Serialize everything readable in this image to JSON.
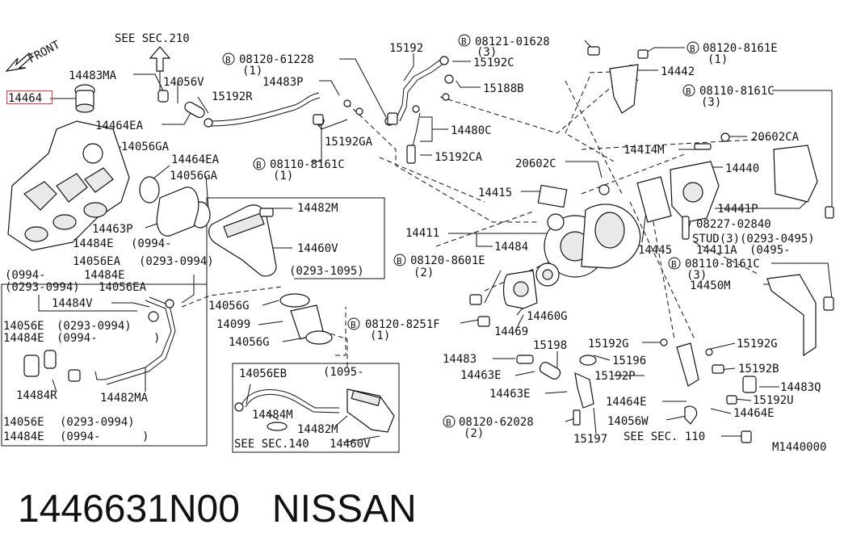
{
  "caption": "1446631N00   NISSAN",
  "highlight_color": "#e8343a",
  "front_label": "FRONT",
  "diagram_code": "M1440000",
  "labels": {
    "l01": "SEE SEC.210",
    "l02": "14483MA",
    "l03": "14056V",
    "l04": "14464",
    "l05": "14464EA",
    "l06": "15192R",
    "l07": "08120-61228",
    "l08": "(1)",
    "l09": "14483P",
    "l10": "15192",
    "l11": "08121-01628",
    "l12": "(3)",
    "l13": "15192C",
    "l14": "15188B",
    "l15": "08120-8161E",
    "l16": "(1)",
    "l17": "14442",
    "l18": "08110-8161C",
    "l19": "(3)",
    "l20": "14056GA",
    "l21": "14464EA",
    "l22": "14056GA",
    "l23": "15192GA",
    "l24": "08110-8161C",
    "l25": "(1)",
    "l26": "14480C",
    "l27": "15192CA",
    "l28": "20602CA",
    "l29": "14414M",
    "l30": "14440",
    "l31": "20602C",
    "l32": "14415",
    "l33": "14482M",
    "l34": "14463P",
    "l35": "14484E",
    "l36": "(0994-",
    "l37": "14460V",
    "l38": "14056EA",
    "l39": "(0293-0994)",
    "l40": "14441P",
    "l41": "08227-02840",
    "l42": "STUD(3)(0293-0495)",
    "l43": "14411",
    "l44": "14484",
    "l45": "14445",
    "l46": "14411A",
    "l47": "(0495-",
    "l48": "(0994-",
    "l49": "14484E",
    "l50": "(0293-0994)",
    "l51": "14056EA",
    "l52": "(0293-1095)",
    "l53": "08120-8601E",
    "l54": "(2)",
    "l55": "08110-8161C",
    "l56": "(3)",
    "l57": "14450M",
    "l58": "14484V",
    "l59": "14056G",
    "l60": "14460G",
    "l61": "14099",
    "l62": "14056E",
    "l63": "(0293-0994)",
    "l64": "14484E",
    "l65": "(0994-",
    "l66": ")",
    "l67": "08120-8251F",
    "l68": "(1)",
    "l69": "14469",
    "l70": "14056G",
    "l71": "15192G",
    "l72": "15192G",
    "l73": "15198",
    "l74": "14483",
    "l75": "15196",
    "l76": "14463E",
    "l77": "15192P",
    "l78": "15192B",
    "l79": "14484R",
    "l80": "14482MA",
    "l81": "14056EB",
    "l82": "(1095-",
    "l83": "14483Q",
    "l84": "14463E",
    "l85": "14464E",
    "l86": "15192U",
    "l87": "14484M",
    "l88": "14056E",
    "l89": "(0293-0994)",
    "l90": "08120-62028",
    "l91": "(2)",
    "l92": "14056W",
    "l93": "14464E",
    "l94": "14484E",
    "l95": "(0994-",
    "l96": ")",
    "l97": "14482M",
    "l98": "SEE SEC.140",
    "l99": "14460V",
    "l100": "15197",
    "l101": "SEE SEC. 110"
  }
}
